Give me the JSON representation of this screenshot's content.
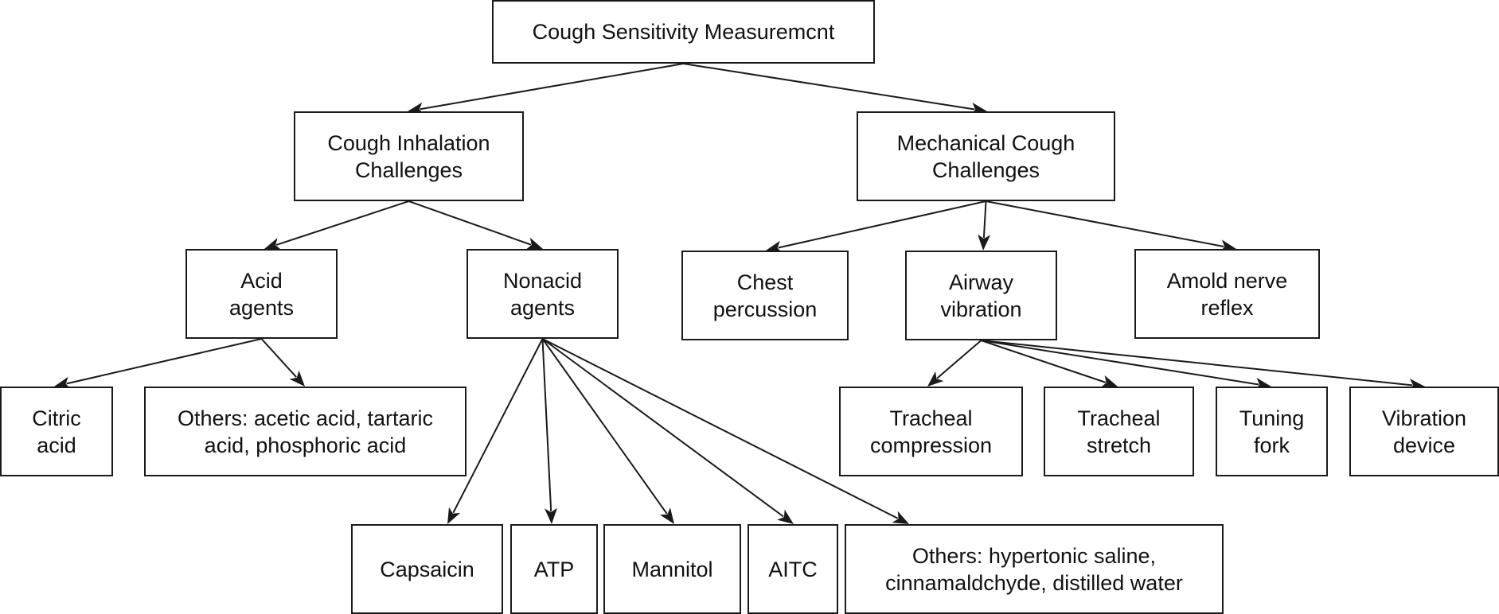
{
  "nodes": [
    {
      "id": "root",
      "text": "Cough Sensitivity Measuremcnt"
    },
    {
      "id": "inhalation",
      "text": "Cough Inhalation\nChallenges"
    },
    {
      "id": "mechanical",
      "text": "Mechanical Cough\nChallenges"
    },
    {
      "id": "acid",
      "text": "Acid\nagents"
    },
    {
      "id": "nonacid",
      "text": "Nonacid\nagents"
    },
    {
      "id": "chest",
      "text": "Chest\npercussion"
    },
    {
      "id": "airway",
      "text": "Airway\nvibration"
    },
    {
      "id": "amold",
      "text": "Amold nerve\nreflex"
    },
    {
      "id": "citric",
      "text": "Citric\nacid"
    },
    {
      "id": "others_acid",
      "text": "Others: acetic acid, tartaric\nacid, phosphoric acid"
    },
    {
      "id": "tracheal_comp",
      "text": "Tracheal\ncompression"
    },
    {
      "id": "tracheal_stretch",
      "text": "Tracheal\nstretch"
    },
    {
      "id": "tuning",
      "text": "Tuning\nfork"
    },
    {
      "id": "vibration_dev",
      "text": "Vibration\ndevice"
    },
    {
      "id": "capsaicin",
      "text": "Capsaicin"
    },
    {
      "id": "atp",
      "text": "ATP"
    },
    {
      "id": "mannitol",
      "text": "Mannitol"
    },
    {
      "id": "aitc",
      "text": "AITC"
    },
    {
      "id": "others_nonacid",
      "text": "Others: hypertonic saline,\ncinnamaldchyde, distilled water"
    }
  ],
  "edges": [
    [
      "root",
      "inhalation"
    ],
    [
      "root",
      "mechanical"
    ],
    [
      "inhalation",
      "acid"
    ],
    [
      "inhalation",
      "nonacid"
    ],
    [
      "mechanical",
      "chest"
    ],
    [
      "mechanical",
      "airway"
    ],
    [
      "mechanical",
      "amold"
    ],
    [
      "acid",
      "citric"
    ],
    [
      "acid",
      "others_acid"
    ],
    [
      "airway",
      "tracheal_comp"
    ],
    [
      "airway",
      "tracheal_stretch"
    ],
    [
      "airway",
      "tuning"
    ],
    [
      "airway",
      "vibration_dev"
    ],
    [
      "nonacid",
      "capsaicin"
    ],
    [
      "nonacid",
      "atp"
    ],
    [
      "nonacid",
      "mannitol"
    ],
    [
      "nonacid",
      "aitc"
    ],
    [
      "nonacid",
      "others_nonacid"
    ]
  ],
  "colors": {
    "stroke": "#1a1a1a",
    "background": "#ffffff"
  }
}
